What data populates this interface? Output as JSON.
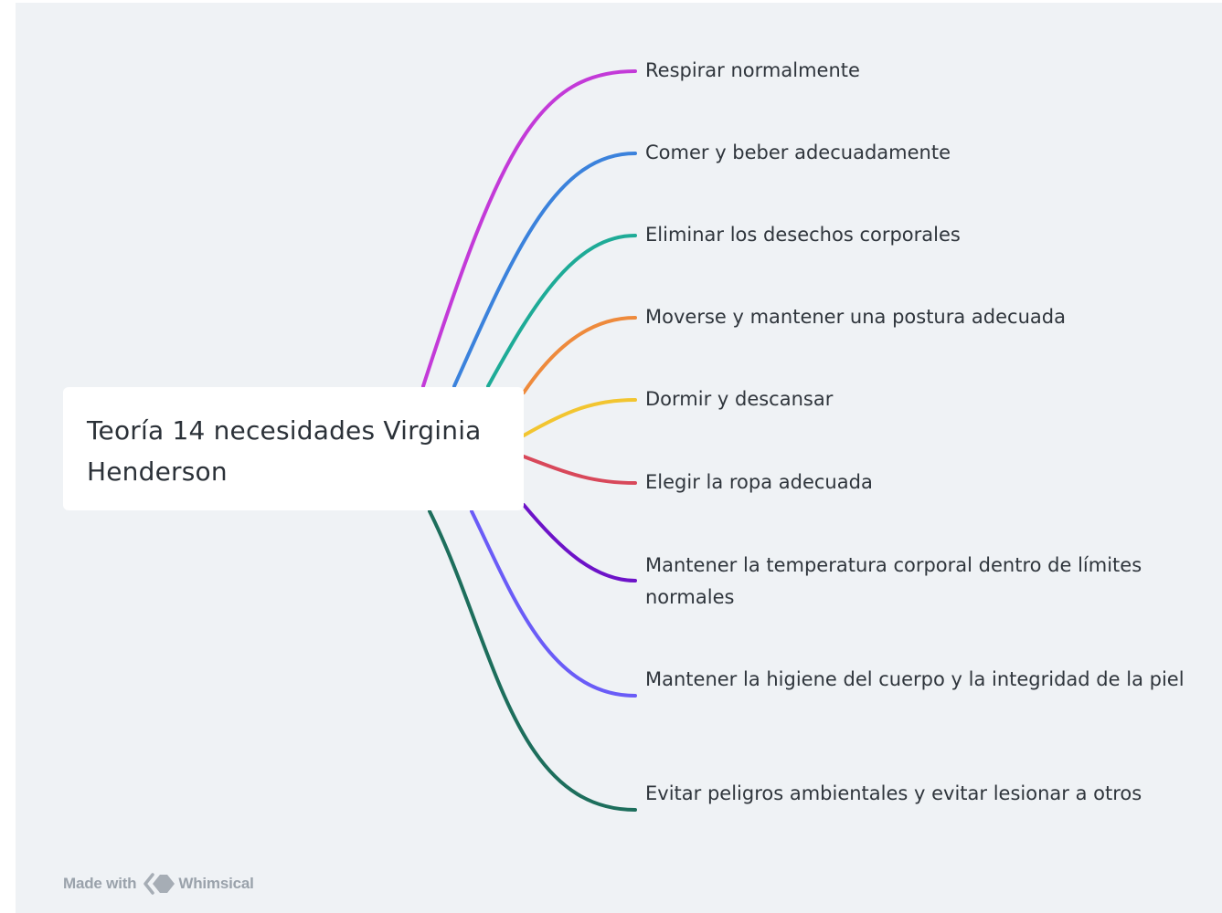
{
  "diagram": {
    "root": {
      "title": "Teoría 14 necesidades Virginia Henderson"
    },
    "branches": [
      {
        "label": "Respirar normalmente",
        "color": "#c33ad8"
      },
      {
        "label": "Comer y beber adecuadamente",
        "color": "#3b82dc"
      },
      {
        "label": "Eliminar los desechos corporales",
        "color": "#1eab97"
      },
      {
        "label": "Moverse y mantener una postura adecuada",
        "color": "#ee8a3c"
      },
      {
        "label": "Dormir y descansar",
        "color": "#f2c530"
      },
      {
        "label": "Elegir la ropa adecuada",
        "color": "#d8485a"
      },
      {
        "label": "Mantener la temperatura corporal dentro de límites normales",
        "color": "#6d13c8"
      },
      {
        "label": "Mantener la higiene del cuerpo y la integridad de la piel",
        "color": "#6a5cf7"
      },
      {
        "label": "Evitar peligros ambientales y evitar lesionar a otros",
        "color": "#1d6e5c"
      }
    ]
  },
  "watermark": {
    "prefix": "Made with",
    "brand": "Whimsical"
  }
}
